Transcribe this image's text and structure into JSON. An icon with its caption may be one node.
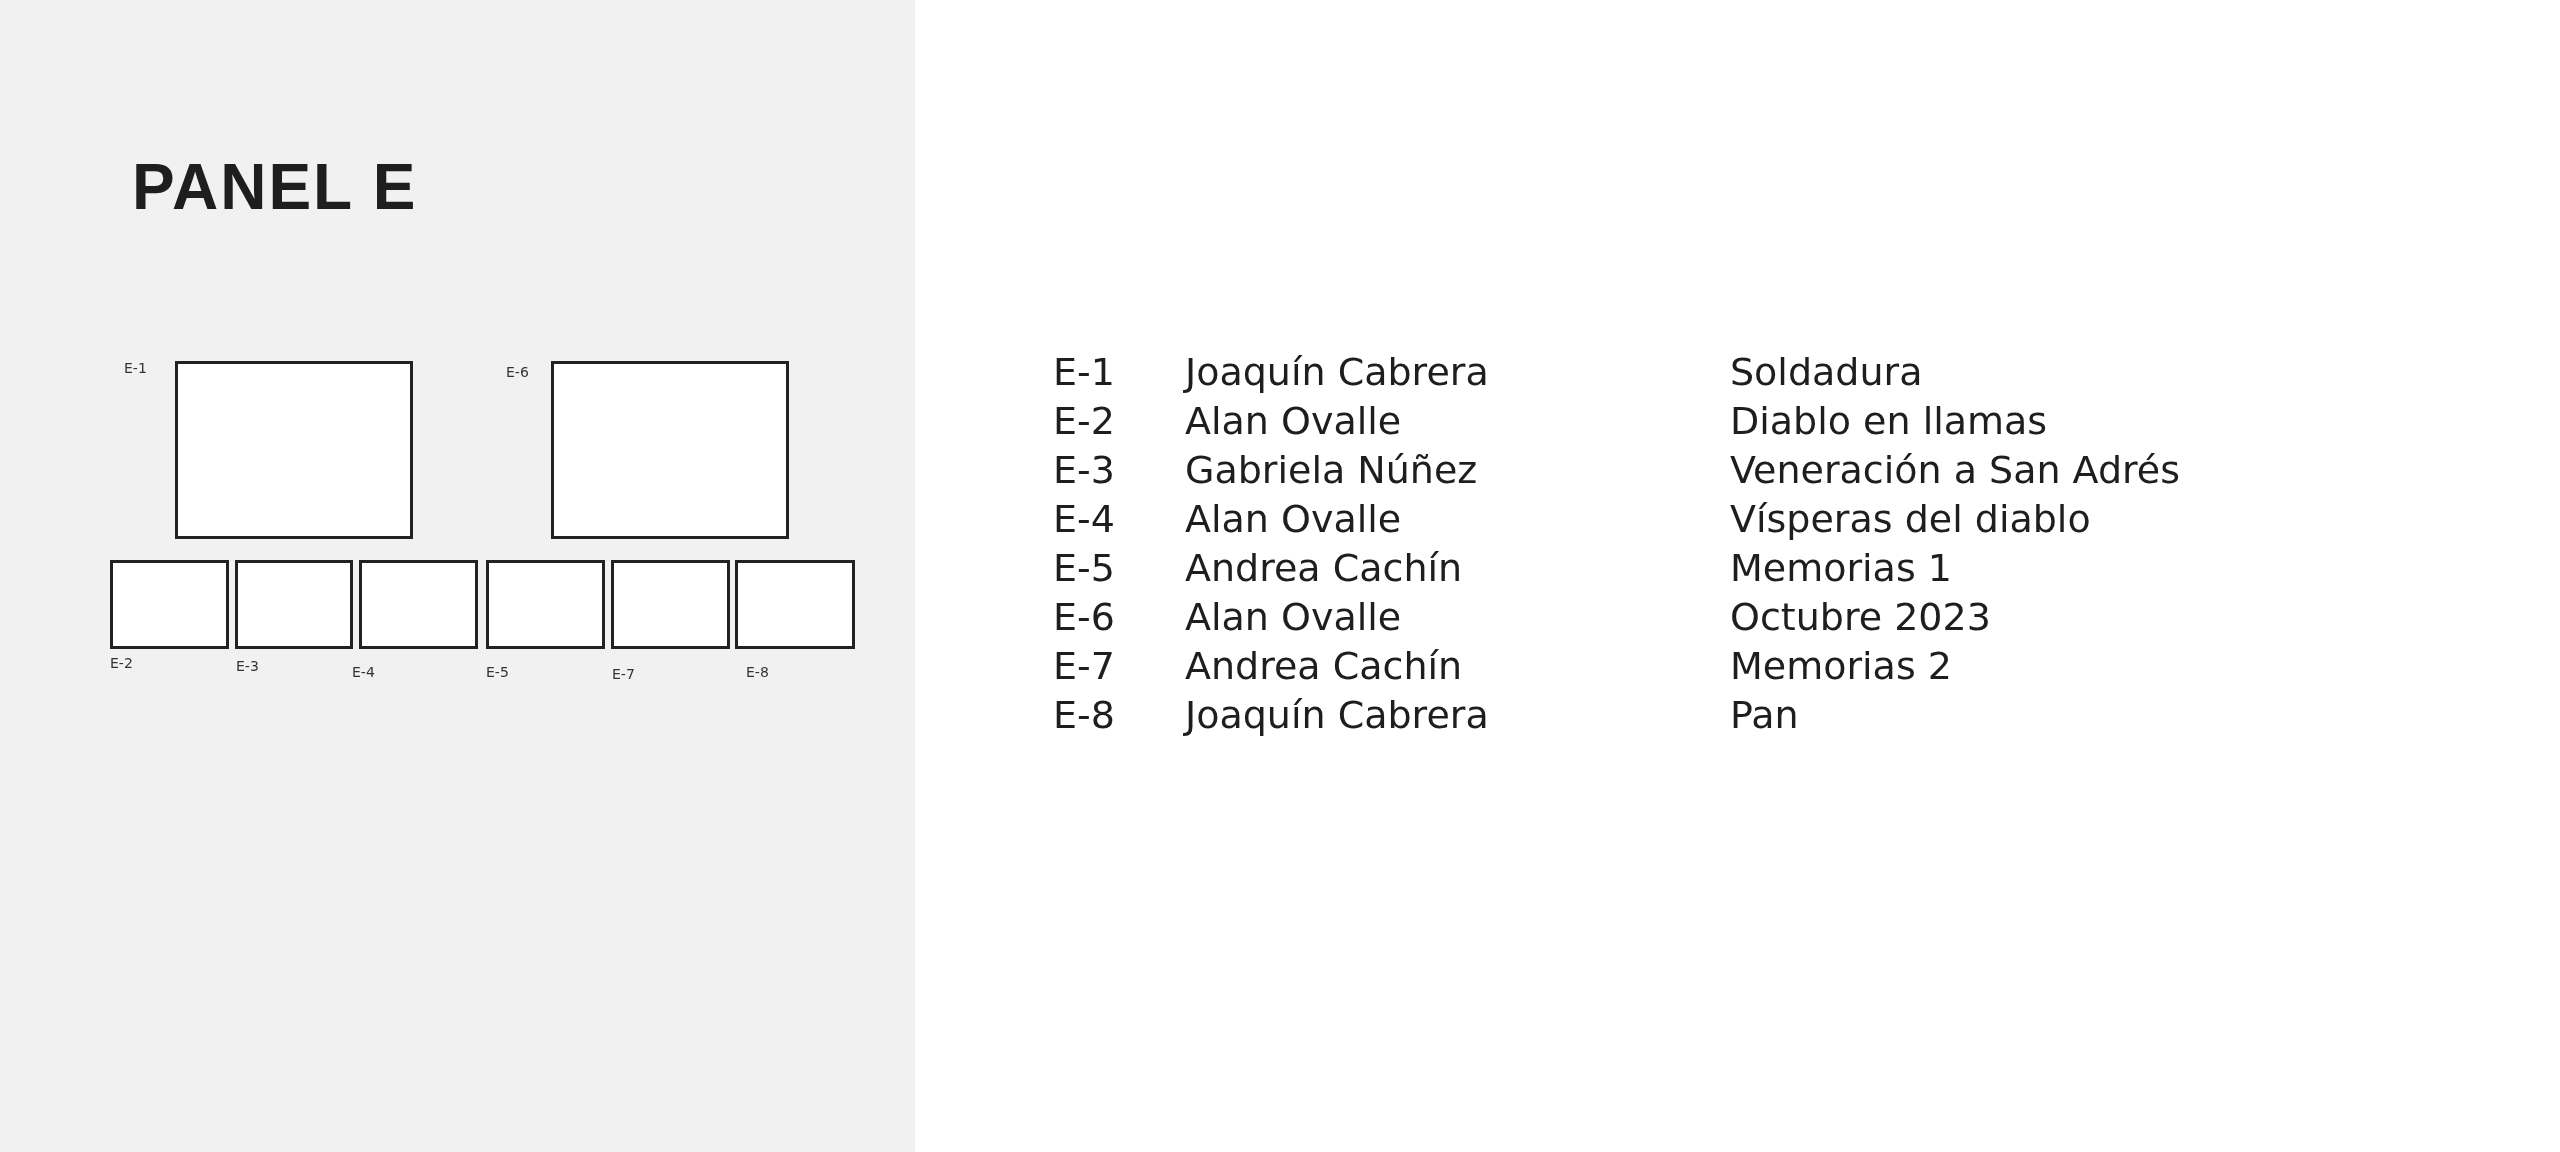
{
  "diagram": {
    "title": "PANEL E",
    "nodes": [
      {
        "text": [],
        "shape": "box",
        "beside": [
          "E-1"
        ]
      },
      {
        "text": [],
        "shape": "box",
        "beside": [
          "E-6"
        ]
      },
      {
        "text": [],
        "shape": "box",
        "beside": [
          "E-2"
        ]
      },
      {
        "text": [],
        "shape": "box",
        "beside": [
          "E-3"
        ]
      },
      {
        "text": [],
        "shape": "box",
        "beside": [
          "E-4"
        ]
      },
      {
        "text": [],
        "shape": "box",
        "beside": [
          "E-5"
        ]
      },
      {
        "text": [],
        "shape": "box",
        "beside": [
          "E-7"
        ]
      },
      {
        "text": [],
        "shape": "box",
        "beside": [
          "E-8"
        ]
      }
    ],
    "labels": [
      "E-1",
      "Joaquín Cabrera",
      "Soldadura",
      "E-2",
      "Alan Ovalle",
      "Diablo en llamas",
      "E-3",
      "Gabriela Núñez",
      "Veneración a San Adrés",
      "E-4",
      "Alan Ovalle",
      "Vísperas del diablo",
      "E-5",
      "Andrea Cachín",
      "Memorias 1",
      "E-6",
      "Alan Ovalle",
      "Octubre 2023",
      "E-7",
      "Andrea Cachín",
      "Memorias 2",
      "E-8",
      "Joaquín Cabrera",
      "Pan"
    ]
  }
}
